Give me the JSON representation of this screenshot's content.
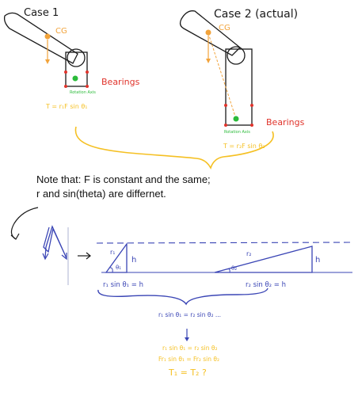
{
  "case1": {
    "title": "Case 1",
    "cg": "CG",
    "bearings": "Bearings",
    "rotation_axis": "Rotation Axis",
    "torque": "T = r₁F sin θ₁"
  },
  "case2": {
    "title": "Case 2 (actual)",
    "cg": "CG",
    "bearings": "Bearings",
    "rotation_axis": "Rotation Axis",
    "torque": "T = r₂F sin θ₂"
  },
  "note": {
    "line1": "Note that: F is constant and the same;",
    "line2": "r and sin(theta) are differnet."
  },
  "triangles": {
    "left": {
      "r": "r₁",
      "h": "h",
      "theta": "θ₁",
      "eq": "r₁ sin θ₁ = h"
    },
    "right": {
      "r": "r₂",
      "h": "h",
      "theta": "θ₂",
      "eq": "r₂ sin θ₂ = h"
    }
  },
  "equality": "r₁ sin θ₁ = r₂ sin θ₂ ...",
  "conclusion": {
    "line1": "r₁ sin θ₁ = r₂ sin θ₂",
    "line2": "Fr₁ sin θ₁ = Fr₂ sin θ₂",
    "line3": "T₁ = T₂ ?"
  },
  "colors": {
    "ink": "#1a1a1a",
    "cg_orange": "#f2a33a",
    "bearing_red": "#e0332b",
    "axis_green": "#2bbb3a",
    "torque_yellow": "#f5c023",
    "diagram_blue": "#3a45b5"
  }
}
